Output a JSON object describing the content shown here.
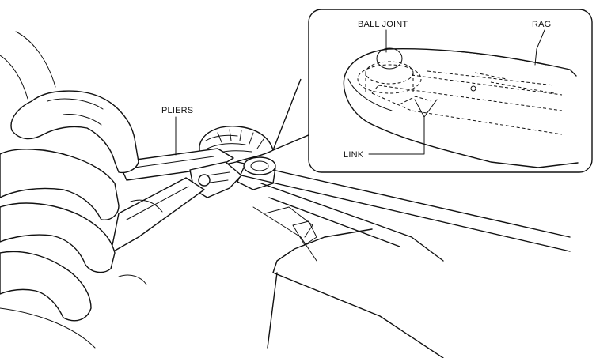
{
  "labels": {
    "pliers": "PLIERS",
    "ball_joint": "BALL JOINT",
    "rag": "RAG",
    "link": "LINK"
  },
  "colors": {
    "line": "#111111",
    "background": "#ffffff"
  }
}
